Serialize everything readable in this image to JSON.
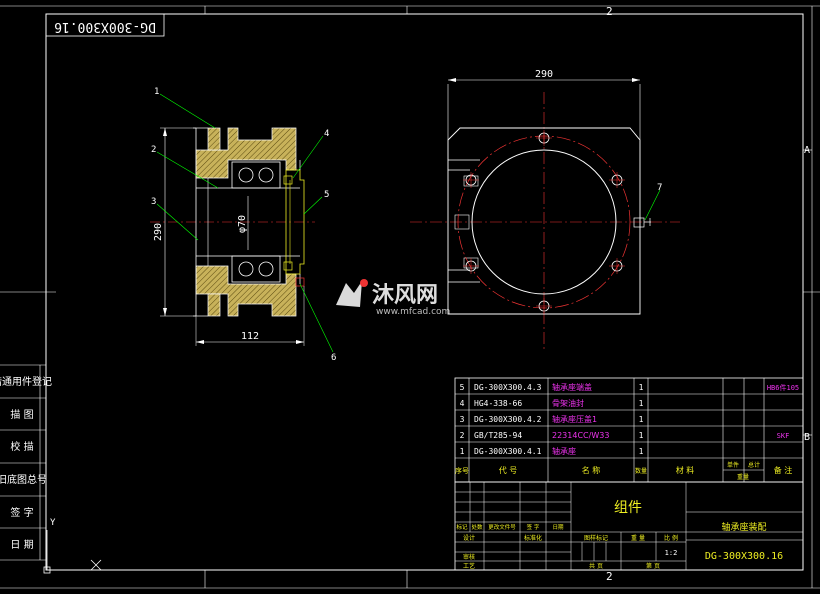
{
  "drawing": {
    "stamp_top": "DG-300X300.16",
    "border_numbers": {
      "top_2": "2",
      "bottom_2": "2",
      "right_A": "A",
      "right_B": "B"
    },
    "left_panel": [
      "借通用件登记",
      "描 图",
      "校 描",
      "旧底图总号",
      "签 字",
      "日 期"
    ],
    "axis_y": "Y"
  },
  "left_view": {
    "callouts": [
      "1",
      "2",
      "3",
      "4",
      "5",
      "6"
    ],
    "dim_height": "290",
    "dim_bore": "φ70",
    "dim_width": "112"
  },
  "right_view": {
    "dim_width": "290",
    "callout": "7"
  },
  "watermark": {
    "brand": "沐风网",
    "url": "www.mfcad.com"
  },
  "bom": {
    "rows": [
      {
        "no": "5",
        "code": "DG-300X300.4.3",
        "name": "轴承座端盖",
        "qty": "1",
        "note": "HB6件105"
      },
      {
        "no": "4",
        "code": "HG4-338-66",
        "name": "骨架油封",
        "qty": "1",
        "note": ""
      },
      {
        "no": "3",
        "code": "DG-300X300.4.2",
        "name": "轴承座压盖1",
        "qty": "1",
        "note": ""
      },
      {
        "no": "2",
        "code": "GB/T285-94",
        "name": "22314CC/W33",
        "qty": "1",
        "note": "SKF"
      },
      {
        "no": "1",
        "code": "DG-300X300.4.1",
        "name": "轴承座",
        "qty": "1",
        "note": ""
      }
    ],
    "header": {
      "no": "序号",
      "code": "代 号",
      "name": "名 称",
      "qty": "数量",
      "material": "材 料",
      "unit_wt": "单件",
      "total_wt": "总计",
      "weight": "重量",
      "note": "备 注"
    }
  },
  "title_block": {
    "assembly_label": "组件",
    "drawing_name": "轴承座装配",
    "drawing_no": "DG-300X300.16",
    "scale": "1:2",
    "rev_headers": [
      "标记",
      "处数",
      "更改文件号",
      "签 字",
      "日期"
    ],
    "roles": [
      "设计",
      "审核",
      "工艺"
    ],
    "std_label": "标准化",
    "stage_label": "图样标记",
    "weight_label": "重 量",
    "scale_label": "比 例",
    "sheets_total": "共 页",
    "sheet_no": "第 页"
  }
}
